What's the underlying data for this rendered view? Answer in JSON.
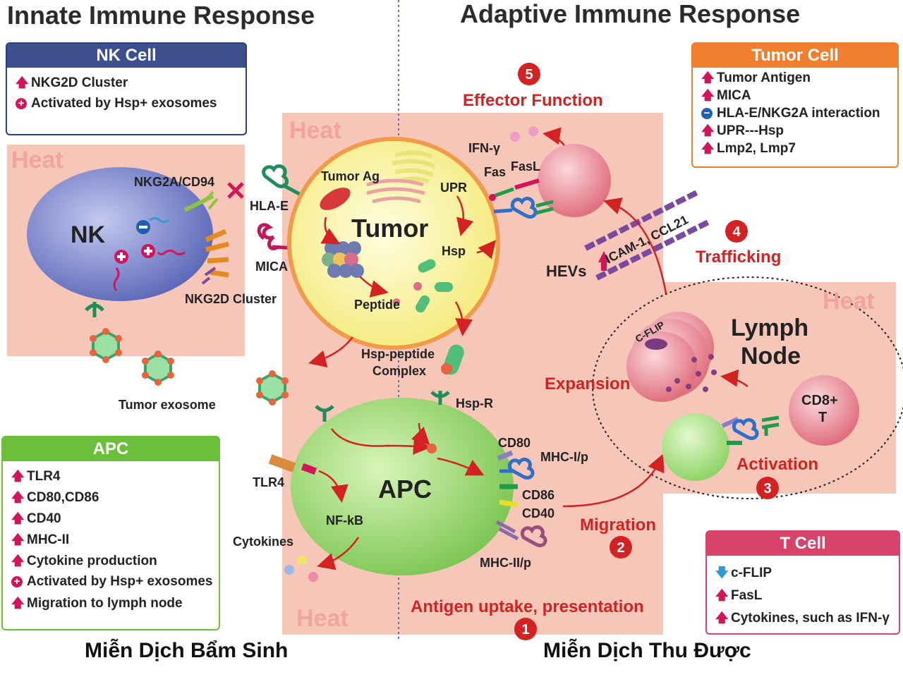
{
  "titles": {
    "innate": "Innate Immune Response",
    "adaptive": "Adaptive Immune Response"
  },
  "heat": {
    "label": "Heat"
  },
  "nk_box": {
    "title": "NK Cell",
    "items": [
      {
        "marker": "up",
        "text": "NKG2D Cluster"
      },
      {
        "marker": "plus",
        "text": "Activated by Hsp+ exosomes"
      }
    ]
  },
  "tumor_box": {
    "title": "Tumor Cell",
    "items": [
      {
        "marker": "up",
        "text": "Tumor Antigen"
      },
      {
        "marker": "up",
        "text": "MICA"
      },
      {
        "marker": "minus",
        "text": "HLA-E/NKG2A interaction"
      },
      {
        "marker": "up",
        "text": "UPR---Hsp"
      },
      {
        "marker": "up",
        "text": "Lmp2, Lmp7"
      }
    ]
  },
  "apc_box": {
    "title": "APC",
    "items": [
      {
        "marker": "up",
        "text": "TLR4"
      },
      {
        "marker": "up",
        "text": "CD80,CD86"
      },
      {
        "marker": "up",
        "text": "CD40"
      },
      {
        "marker": "up",
        "text": "MHC-II"
      },
      {
        "marker": "up",
        "text": "Cytokine production"
      },
      {
        "marker": "plus",
        "text": "Activated by Hsp+ exosomes"
      },
      {
        "marker": "up",
        "text": "Migration to lymph node"
      }
    ]
  },
  "tcell_box": {
    "title": "T Cell",
    "items": [
      {
        "marker": "down",
        "text": "c-FLIP"
      },
      {
        "marker": "up",
        "text": "FasL"
      },
      {
        "marker": "up",
        "text": "Cytokines, such as IFN-γ"
      }
    ]
  },
  "labels": {
    "nk": "NK",
    "nkg2a": "NKG2A/CD94",
    "hlae": "HLA-E",
    "mica": "MICA",
    "nkg2d": "NKG2D Cluster",
    "tumor": "Tumor",
    "tumor_ag": "Tumor Ag",
    "upr": "UPR",
    "hsp": "Hsp",
    "peptide": "Peptide",
    "hsp_peptide_1": "Hsp-peptide",
    "hsp_peptide_2": "Complex",
    "tumor_exosome": "Tumor exosome",
    "hsp_r": "Hsp-R",
    "apc": "APC",
    "tlr4": "TLR4",
    "nfkb": "NF-kB",
    "cytokines": "Cytokines",
    "cd80": "CD80",
    "mhc1p": "MHC-I/p",
    "cd86": "CD86",
    "cd40": "CD40",
    "mhc2p": "MHC-II/p",
    "ifn": "IFN-γ",
    "fas": "Fas",
    "fasl": "FasL",
    "hevs": "HEVs",
    "icam": "ICAM-1, CCL21",
    "lymph_1": "Lymph",
    "lymph_2": "Node",
    "cflip": "C-FLIP",
    "cd8_1": "CD8+",
    "cd8_2": "T"
  },
  "steps": [
    {
      "num": "1",
      "label": "Antigen uptake, presentation"
    },
    {
      "num": "2",
      "label": "Migration"
    },
    {
      "num": "3",
      "label": "Activation"
    },
    {
      "num": "4",
      "label": "Trafficking"
    },
    {
      "num": "5",
      "label": "Effector Function"
    }
  ],
  "expansion": "Expansion",
  "captions": {
    "left": "Miễn Dịch Bẩm Sinh",
    "right": "Miễn Dịch Thu Được"
  },
  "colors": {
    "heat_bg": "#f6c7b8",
    "nk_box": "#2b3f7a",
    "tumor_box": "#ef7f2e",
    "apc_box": "#6cbf3a",
    "tcell_box": "#d8436b",
    "step_red": "#d42121"
  }
}
